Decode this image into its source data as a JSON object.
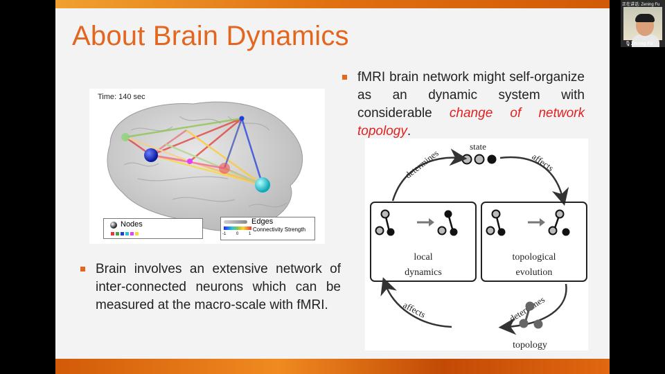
{
  "slide": {
    "title": "About Brain Dynamics",
    "time_label": "Time: 140  sec",
    "legend": {
      "nodes_label": "Nodes",
      "node_colors": [
        "#e53935",
        "#43a047",
        "#1e3fe0",
        "#29c4d9",
        "#e040fb",
        "#fdd835"
      ],
      "edges_label": "Edges",
      "connectivity_label": "Connectivity Strength",
      "scale_ticks": [
        "-1",
        "0",
        "1"
      ]
    },
    "bullet_right": {
      "text_before": "fMRI brain network might self-organize as an dynamic system with considerable ",
      "highlight": "change of network topology",
      "text_after": "."
    },
    "bullet_left": "Brain involves an extensive network of inter-connected neurons which can be measured at the macro-scale with fMRI.",
    "diagram": {
      "state_label": "state",
      "determines_top": "determines",
      "affects_top": "affects",
      "local_label_1": "local",
      "local_label_2": "dynamics",
      "topological_label_1": "topological",
      "topological_label_2": "evolution",
      "affects_bottom": "affects",
      "determines_bottom": "determines",
      "topology_label": "topology"
    },
    "accent_color": "#e3661f",
    "highlight_color": "#e32020"
  },
  "webcam": {
    "status_text": "正在讲话: Zening Fu",
    "participant_name": "Zening Fu"
  }
}
